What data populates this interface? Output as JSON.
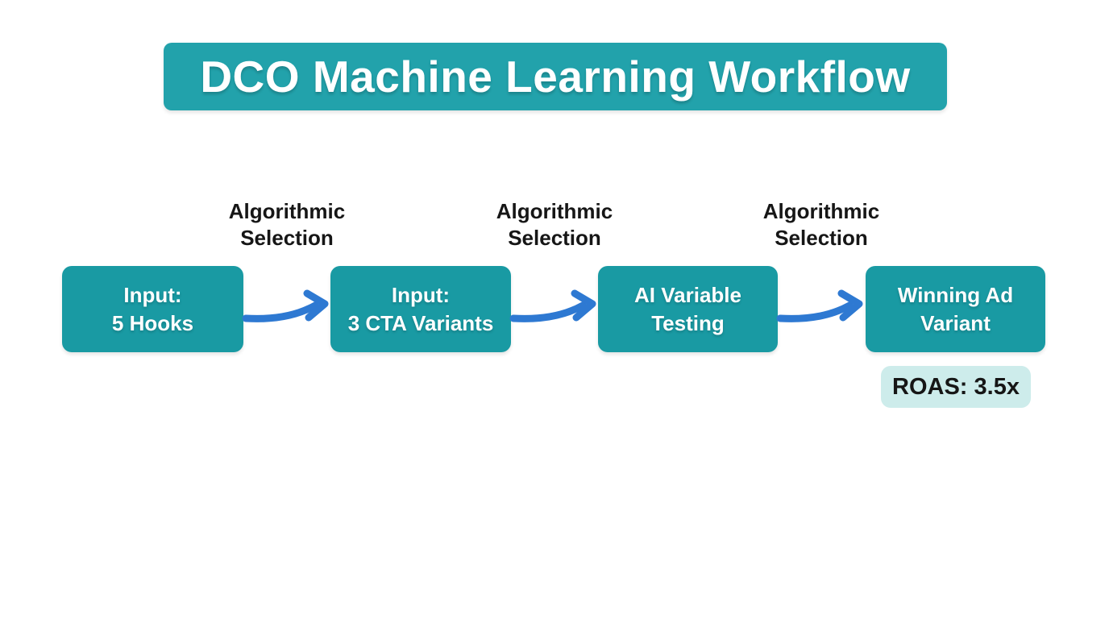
{
  "title": {
    "text": "DCO Machine Learning Workflow"
  },
  "workflow": {
    "steps": [
      {
        "line1": "Input:",
        "line2": "5 Hooks"
      },
      {
        "line1": "Input:",
        "line2": "3 CTA Variants"
      },
      {
        "line1": "AI Variable",
        "line2": "Testing"
      },
      {
        "line1": "Winning Ad",
        "line2": "Variant"
      }
    ],
    "connectors": [
      {
        "label_line1": "Algorithmic",
        "label_line2": "Selection"
      },
      {
        "label_line1": "Algorithmic",
        "label_line2": "Selection"
      },
      {
        "label_line1": "Algorithmic",
        "label_line2": "Selection"
      }
    ],
    "result_badge": {
      "label": "ROAS: 3.5x"
    }
  },
  "colors": {
    "banner-teal": "#22a2ab",
    "box-teal": "#199aa3",
    "arrow-blue": "#2e79d2",
    "badge-mint": "#cdeceb",
    "text-dark": "#161616",
    "text-light": "#ffffff",
    "background": "#ffffff"
  }
}
